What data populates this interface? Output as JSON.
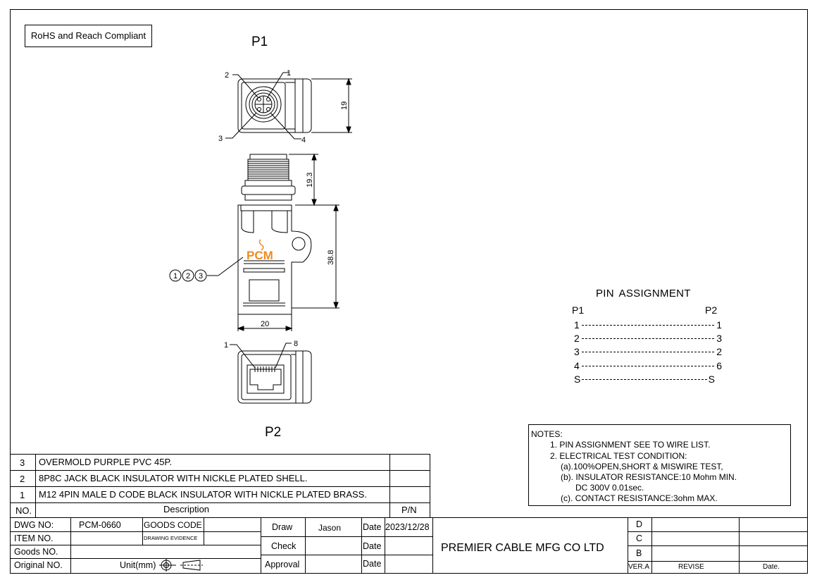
{
  "badge": "RoHS and Reach Compliant",
  "labels": {
    "p1": "P1",
    "p2": "P2"
  },
  "drawing": {
    "p1_pins": [
      "1",
      "2",
      "3",
      "4"
    ],
    "p2_pins": [
      "1",
      "8"
    ],
    "dims": {
      "height_top": "19",
      "m12_length": "19.3",
      "body_length": "38.8",
      "width": "20"
    },
    "callouts": [
      "1",
      "2",
      "3"
    ],
    "logo": "PCM",
    "colors": {
      "logo": "#f08a1c",
      "line": "#000000"
    }
  },
  "pin_assignment": {
    "title": "PIN ASSIGNMENT",
    "head_left": "P1",
    "head_right": "P2",
    "rows": [
      {
        "left": "1",
        "right": "1"
      },
      {
        "left": "2",
        "right": "3"
      },
      {
        "left": "3",
        "right": "2"
      },
      {
        "left": "4",
        "right": "6"
      },
      {
        "left": "S",
        "right": "S"
      }
    ]
  },
  "notes": {
    "title": "NOTES:",
    "lines": [
      "1. PIN ASSIGNMENT SEE TO WIRE LIST.",
      "2. ELECTRICAL TEST CONDITION:",
      "(a).100%OPEN,SHORT & MISWIRE TEST,",
      "(b). INSULATOR RESISTANCE:10 Mohm MIN.",
      "DC 300V 0.01sec.",
      "(c). CONTACT RESISTANCE:3ohm MAX."
    ]
  },
  "bom": {
    "rows": [
      {
        "no": "3",
        "desc": "OVERMOLD PURPLE PVC 45P.",
        "pn": ""
      },
      {
        "no": "2",
        "desc": "8P8C JACK BLACK INSULATOR WITH NICKLE PLATED SHELL.",
        "pn": ""
      },
      {
        "no": "1",
        "desc": "M12 4PIN MALE D CODE BLACK INSULATOR WITH NICKLE PLATED BRASS.",
        "pn": ""
      }
    ],
    "header": {
      "no": "NO.",
      "desc": "Description",
      "pn": "P/N"
    }
  },
  "title_block": {
    "dwg_no_label": "DWG NO:",
    "dwg_no": "PCM-0660",
    "goods_code_label": "GOODS CODE",
    "item_no_label": "ITEM NO.",
    "drawing_evidence_label": "DRAWING EVIDENCE",
    "goods_no_label": "Goods NO.",
    "original_no_label": "Original NO.",
    "unit_label": "Unit(mm)",
    "draw_label": "Draw",
    "draw_by": "Jason",
    "check_label": "Check",
    "approval_label": "Approval",
    "date_label": "Date",
    "draw_date": "2023/12/28",
    "company": "PREMIER CABLE MFG CO LTD",
    "revisions": [
      "D",
      "C",
      "B"
    ],
    "ver_label": "VER.A",
    "revise_label": "REVISE",
    "rev_date_label": "Date."
  }
}
